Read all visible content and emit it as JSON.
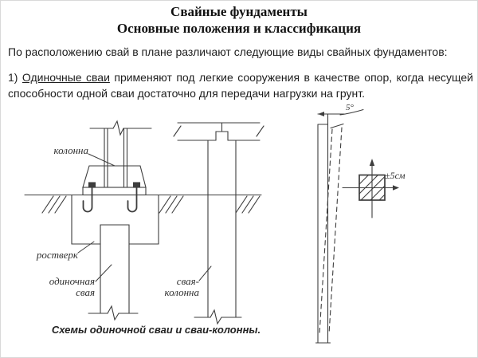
{
  "slide": {
    "title_line1": "Свайные фундаменты",
    "title_line2": "Основные положения и классификация",
    "intro": "По расположению свай в плане различают следующие виды свайных фундаментов:",
    "item1": {
      "number": "1)",
      "term": "Одиночные сваи",
      "line1_rest": "применяют под легкие сооружения в качестве опор, когда несущей",
      "line2": "способности одной сваи достаточно для передачи нагрузки на грунт."
    }
  },
  "figure": {
    "labels": {
      "column": "колонна",
      "grillage": "ростверк",
      "single_pile": "одиночная\nсвая",
      "pile_column": "свая-\nколонна",
      "angle_tolerance": "5°",
      "offset_tolerance": "±5см"
    },
    "caption": "Схемы одиночной сваи и сваи-колонны.",
    "colors": {
      "line": "#3d3d3d",
      "text": "#1e1e1e",
      "background": "#ffffff"
    }
  }
}
